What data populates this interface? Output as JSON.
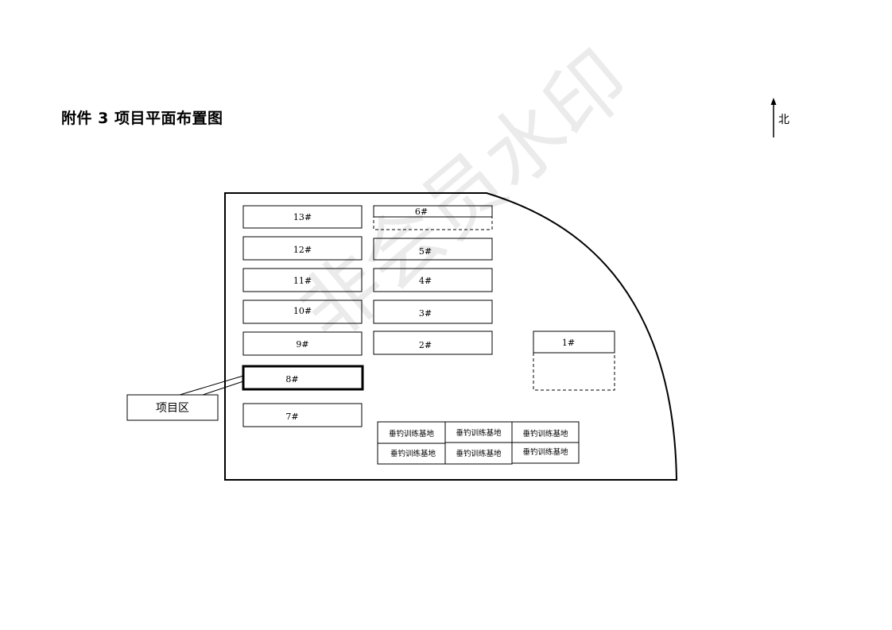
{
  "title": "附件 3  项目平面布置图",
  "north": {
    "label": "北",
    "icon": "north-arrow-icon"
  },
  "callout": {
    "label": "项目区",
    "target": "8#"
  },
  "watermark": "非会员水印",
  "left_column": [
    "13#",
    "12#",
    "11#",
    "10#",
    "9#",
    "8#",
    "7#"
  ],
  "middle_column": [
    "6#",
    "5#",
    "4#",
    "3#",
    "2#"
  ],
  "right_block": "1#",
  "highlighted_unit": "8#",
  "training_base": {
    "row1": [
      "垂钓训练基地",
      "垂钓训练基地",
      "垂钓训练基地"
    ],
    "row2": [
      "垂钓训练基地",
      "垂钓训练基地",
      "垂钓训练基地"
    ]
  }
}
